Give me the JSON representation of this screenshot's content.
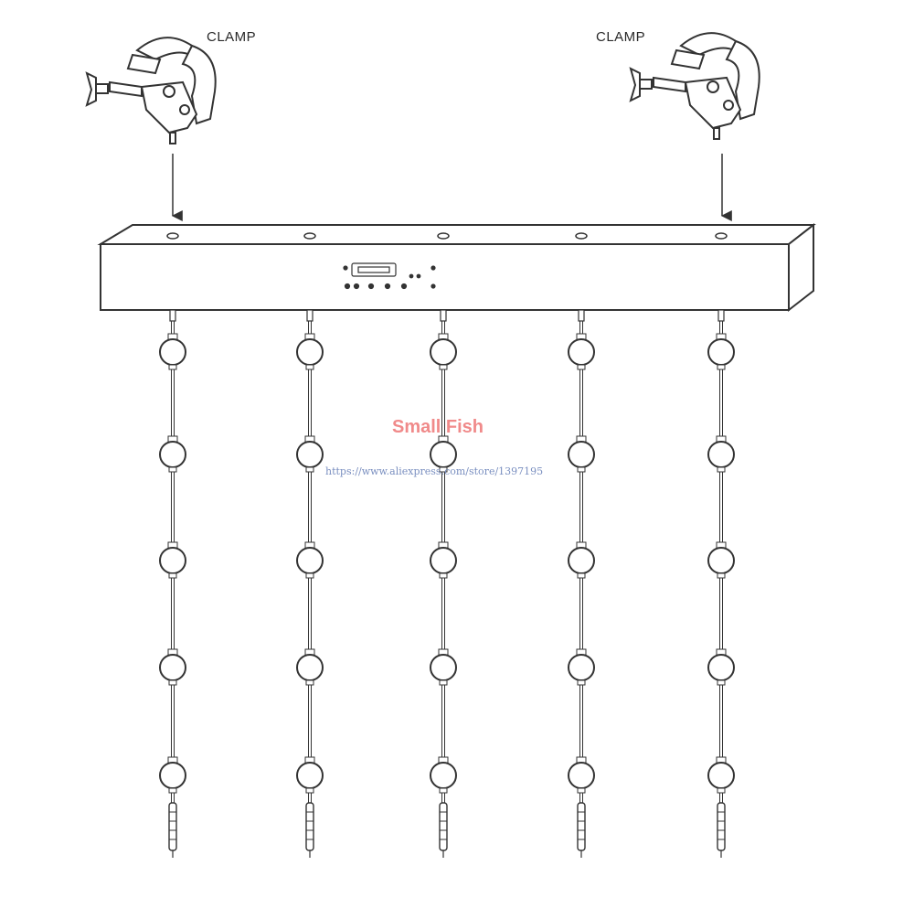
{
  "clamps": [
    {
      "label": "CLAMP",
      "icon": "clamp-icon"
    },
    {
      "label": "CLAMP",
      "icon": "clamp-icon"
    }
  ],
  "controller": {
    "icon": "controller-bar-icon",
    "display_icon": "lcd-display-icon",
    "button_icons": [
      "button-icon",
      "button-icon",
      "button-icon",
      "button-icon",
      "button-icon"
    ]
  },
  "strands": {
    "count": 5,
    "balls_per_strand": 5,
    "ball_icon": "led-ball-icon",
    "connector_icon": "connector-plug-icon"
  },
  "watermark": {
    "brand": "Small Fish",
    "url": "https://www.aliexpress.com/store/1397195",
    "brand_color": "#f08a8a",
    "url_color": "#7a8fc0"
  },
  "line_color": "#333333"
}
